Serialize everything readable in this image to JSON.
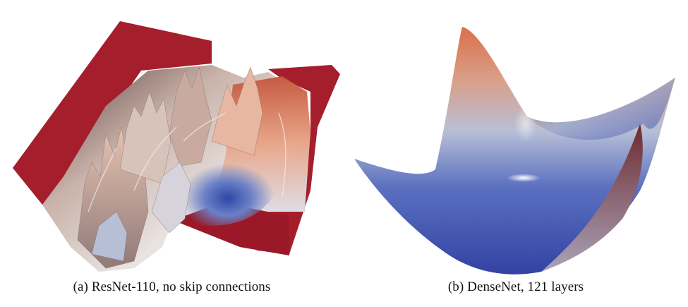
{
  "figure": {
    "panels": [
      {
        "caption": "(a) ResNet-110, no skip connections",
        "surface": "chaotic-loss-landscape",
        "colors": {
          "wall": "#a51e2c",
          "low": "#3e56b0",
          "mid": "#e6dedb",
          "high": "#d2663f"
        }
      },
      {
        "caption": "(b) DenseNet, 121 layers",
        "surface": "smooth-convex-loss-landscape",
        "colors": {
          "low": "#3846a8",
          "mid": "#9fb0d6",
          "high": "#d9704a",
          "edge": "#7a2a2d"
        }
      }
    ]
  }
}
